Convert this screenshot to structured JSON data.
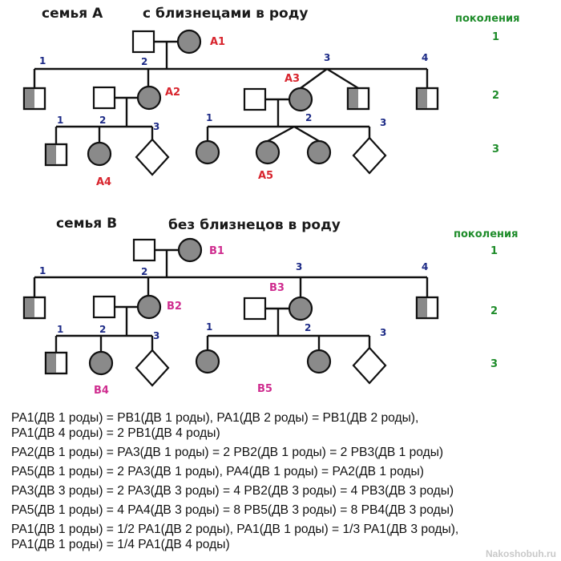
{
  "family_a": {
    "title_left": "семья А",
    "title_right": "с близнецами в роду",
    "generations_label": "поколения",
    "generations": [
      "1",
      "2",
      "3"
    ],
    "labels": {
      "a1": "А1",
      "a2": "А2",
      "a3": "А3",
      "a4": "А4",
      "a5": "А5"
    },
    "child_numbers": {
      "g2": [
        "1",
        "2",
        "3",
        "4"
      ],
      "a2_children": [
        "1",
        "2",
        "3"
      ],
      "a3_children": [
        "1",
        "2",
        "3"
      ]
    }
  },
  "family_b": {
    "title_left": "семья В",
    "title_right": "без близнецов в роду",
    "generations_label": "поколения",
    "generations": [
      "1",
      "2",
      "3"
    ],
    "labels": {
      "b1": "В1",
      "b2": "В2",
      "b3": "В3",
      "b4": "В4",
      "b5": "В5"
    },
    "child_numbers": {
      "g2": [
        "1",
        "2",
        "3",
        "4"
      ],
      "b2_children": [
        "1",
        "2",
        "3"
      ],
      "b3_children": [
        "1",
        "2",
        "3"
      ]
    }
  },
  "colors": {
    "affected": "#8a8a8a",
    "label_a": "#d8252e",
    "label_b": "#cf2d8f",
    "generation": "#1e8c2a",
    "child_number": "#1c2a86"
  },
  "formulas": [
    "РА1(ДВ 1 роды) = РВ1(ДВ 1 роды), РА1(ДВ 2 роды) = РВ1(ДВ 2 роды),",
    "РА1(ДВ 4 роды) = 2 РВ1(ДВ 4 роды)",
    "РА2(ДВ 1 роды) = РА3(ДВ 1 роды) = 2 РВ2(ДВ 1 роды) = 2 РВ3(ДВ 1 роды)",
    "РА5(ДВ 1 роды) = 2 РА3(ДВ 1 роды), РА4(ДВ 1 роды) = РА2(ДВ 1 роды)",
    "РА3(ДВ 3 роды) = 2 РА3(ДВ 3 роды) = 4 РВ2(ДВ 3 роды) = 4 РВ3(ДВ 3 роды)",
    "РА5(ДВ 1 роды) = 4 РА4(ДВ 3 роды) = 8 РВ5(ДВ 3 роды) = 8 РВ4(ДВ 3 роды)",
    "РА1(ДВ 1 роды) = 1/2 РА1(ДВ 2 роды), РА1(ДВ 1 роды) = 1/3 РА1(ДВ 3 роды),",
    "РА1(ДВ 1 роды) = 1/4 РА1(ДВ 4 роды)"
  ],
  "watermark": "Nakoshobuh.ru"
}
